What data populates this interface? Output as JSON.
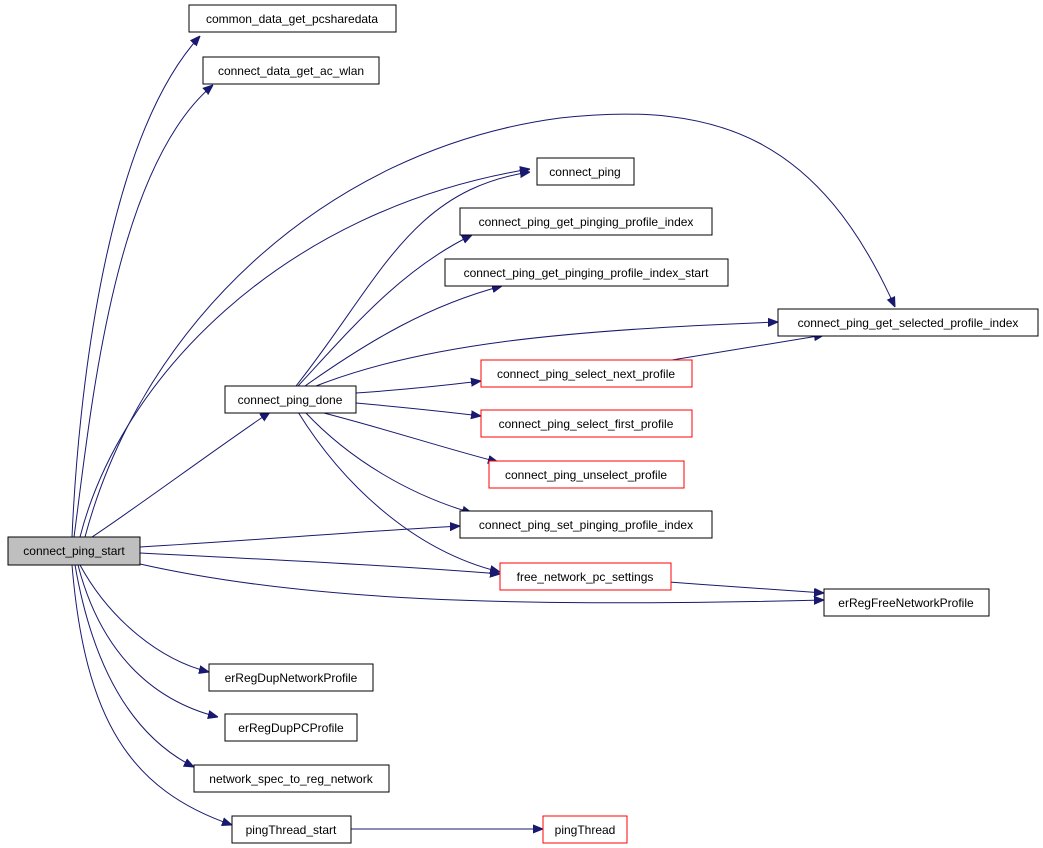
{
  "colors": {
    "edge": "#191970",
    "node_border": "#000000",
    "node_border_external": "#ff0000",
    "root_fill": "#bfbfbf",
    "node_fill": "#ffffff"
  },
  "nodes": {
    "connect_ping_start": {
      "label": "connect_ping_start",
      "style": "root"
    },
    "common_data_get_pcsharedata": {
      "label": "common_data_get_pcsharedata",
      "style": "normal"
    },
    "connect_data_get_ac_wlan": {
      "label": "connect_data_get_ac_wlan",
      "style": "normal"
    },
    "connect_ping": {
      "label": "connect_ping",
      "style": "normal"
    },
    "connect_ping_get_pinging_profile_index": {
      "label": "connect_ping_get_pinging_profile_index",
      "style": "normal"
    },
    "connect_ping_get_pinging_profile_index_start": {
      "label": "connect_ping_get_pinging_profile_index_start",
      "style": "normal"
    },
    "connect_ping_get_selected_profile_index": {
      "label": "connect_ping_get_selected_profile_index",
      "style": "normal"
    },
    "connect_ping_done": {
      "label": "connect_ping_done",
      "style": "normal"
    },
    "connect_ping_select_next_profile": {
      "label": "connect_ping_select_next_profile",
      "style": "external"
    },
    "connect_ping_select_first_profile": {
      "label": "connect_ping_select_first_profile",
      "style": "external"
    },
    "connect_ping_unselect_profile": {
      "label": "connect_ping_unselect_profile",
      "style": "external"
    },
    "connect_ping_set_pinging_profile_index": {
      "label": "connect_ping_set_pinging_profile_index",
      "style": "normal"
    },
    "free_network_pc_settings": {
      "label": "free_network_pc_settings",
      "style": "external"
    },
    "erRegFreeNetworkProfile": {
      "label": "erRegFreeNetworkProfile",
      "style": "normal"
    },
    "erRegDupNetworkProfile": {
      "label": "erRegDupNetworkProfile",
      "style": "normal"
    },
    "erRegDupPCProfile": {
      "label": "erRegDupPCProfile",
      "style": "normal"
    },
    "network_spec_to_reg_network": {
      "label": "network_spec_to_reg_network",
      "style": "normal"
    },
    "pingThread_start": {
      "label": "pingThread_start",
      "style": "normal"
    },
    "pingThread": {
      "label": "pingThread",
      "style": "external"
    }
  },
  "edges": [
    {
      "from": "connect_ping_start",
      "to": "common_data_get_pcsharedata"
    },
    {
      "from": "connect_ping_start",
      "to": "connect_data_get_ac_wlan"
    },
    {
      "from": "connect_ping_start",
      "to": "connect_ping"
    },
    {
      "from": "connect_ping_start",
      "to": "connect_ping_get_selected_profile_index"
    },
    {
      "from": "connect_ping_start",
      "to": "connect_ping_done"
    },
    {
      "from": "connect_ping_start",
      "to": "connect_ping_set_pinging_profile_index"
    },
    {
      "from": "connect_ping_start",
      "to": "free_network_pc_settings"
    },
    {
      "from": "connect_ping_start",
      "to": "erRegFreeNetworkProfile"
    },
    {
      "from": "connect_ping_start",
      "to": "erRegDupNetworkProfile"
    },
    {
      "from": "connect_ping_start",
      "to": "erRegDupPCProfile"
    },
    {
      "from": "connect_ping_start",
      "to": "network_spec_to_reg_network"
    },
    {
      "from": "connect_ping_start",
      "to": "pingThread_start"
    },
    {
      "from": "connect_ping_done",
      "to": "connect_ping"
    },
    {
      "from": "connect_ping_done",
      "to": "connect_ping_get_pinging_profile_index"
    },
    {
      "from": "connect_ping_done",
      "to": "connect_ping_get_pinging_profile_index_start"
    },
    {
      "from": "connect_ping_done",
      "to": "connect_ping_get_selected_profile_index"
    },
    {
      "from": "connect_ping_done",
      "to": "connect_ping_select_next_profile"
    },
    {
      "from": "connect_ping_done",
      "to": "connect_ping_select_first_profile"
    },
    {
      "from": "connect_ping_done",
      "to": "connect_ping_unselect_profile"
    },
    {
      "from": "connect_ping_done",
      "to": "connect_ping_set_pinging_profile_index"
    },
    {
      "from": "connect_ping_done",
      "to": "free_network_pc_settings"
    },
    {
      "from": "connect_ping_select_next_profile",
      "to": "connect_ping_get_selected_profile_index"
    },
    {
      "from": "free_network_pc_settings",
      "to": "erRegFreeNetworkProfile"
    },
    {
      "from": "pingThread_start",
      "to": "pingThread"
    }
  ]
}
